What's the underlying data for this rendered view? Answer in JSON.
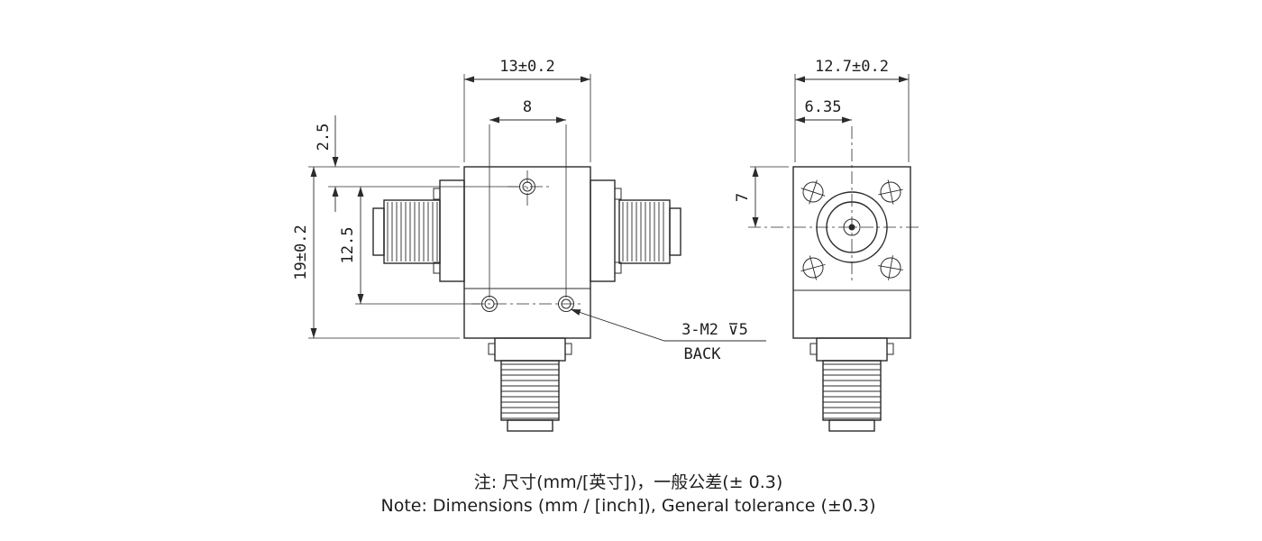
{
  "drawing": {
    "front_view": {
      "dim_width": "13±0.2",
      "dim_hole_span": "8",
      "dim_hole_top_offset": "2.5",
      "dim_height": "19±0.2",
      "dim_hole_vertical_span": "12.5",
      "thread_callout": "3-M2 ⊽5",
      "view_label": "BACK"
    },
    "side_view": {
      "dim_width": "12.7±0.2",
      "dim_center_offset": "6.35",
      "dim_center_top_offset": "7"
    }
  },
  "notes": {
    "zh": "注: 尺寸(mm/[英寸])，一般公差(± 0.3)",
    "en": "Note: Dimensions (mm / [inch]), General tolerance (±0.3)"
  },
  "colors": {
    "line": "#2b2b2b",
    "background": "#ffffff"
  }
}
